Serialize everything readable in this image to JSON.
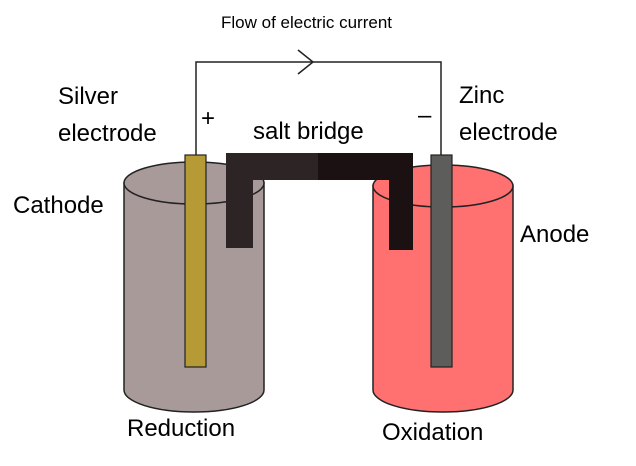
{
  "diagram": {
    "current_label": "Flow of electric current",
    "left_electrode": {
      "line1": "Silver",
      "line2": "electrode",
      "terminal": "+"
    },
    "right_electrode": {
      "line1": "Zinc",
      "line2": "electrode",
      "terminal": "–"
    },
    "salt_bridge_label": "salt bridge",
    "left_cell_role": "Cathode",
    "right_cell_role": "Anode",
    "left_process": "Reduction",
    "right_process": "Oxidation"
  },
  "colors": {
    "left_beaker": "#a79a99",
    "right_beaker": "#ff7070",
    "silver_electrode": "#b59a36",
    "zinc_electrode": "#5d5d5b",
    "salt_bridge_left": "#2c2425",
    "salt_bridge_right": "#1b1112",
    "outline": "#222222"
  }
}
